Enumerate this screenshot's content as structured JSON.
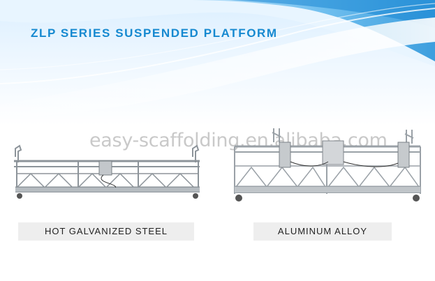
{
  "banner": {
    "title": "ZLP SERIES SUSPENDED PLATFORM",
    "watermark": "easy-scaffolding.en.alibaba.com"
  },
  "products": [
    {
      "label": "HOT GALVANIZED STEEL",
      "icon": "suspended-platform-single-motor"
    },
    {
      "label": "ALUMINUM ALLOY",
      "icon": "suspended-platform-dual-motor"
    }
  ],
  "colors": {
    "title": "#1689d0",
    "banner_blue": "#2b9be0",
    "label_bg": "#eeeeee"
  }
}
